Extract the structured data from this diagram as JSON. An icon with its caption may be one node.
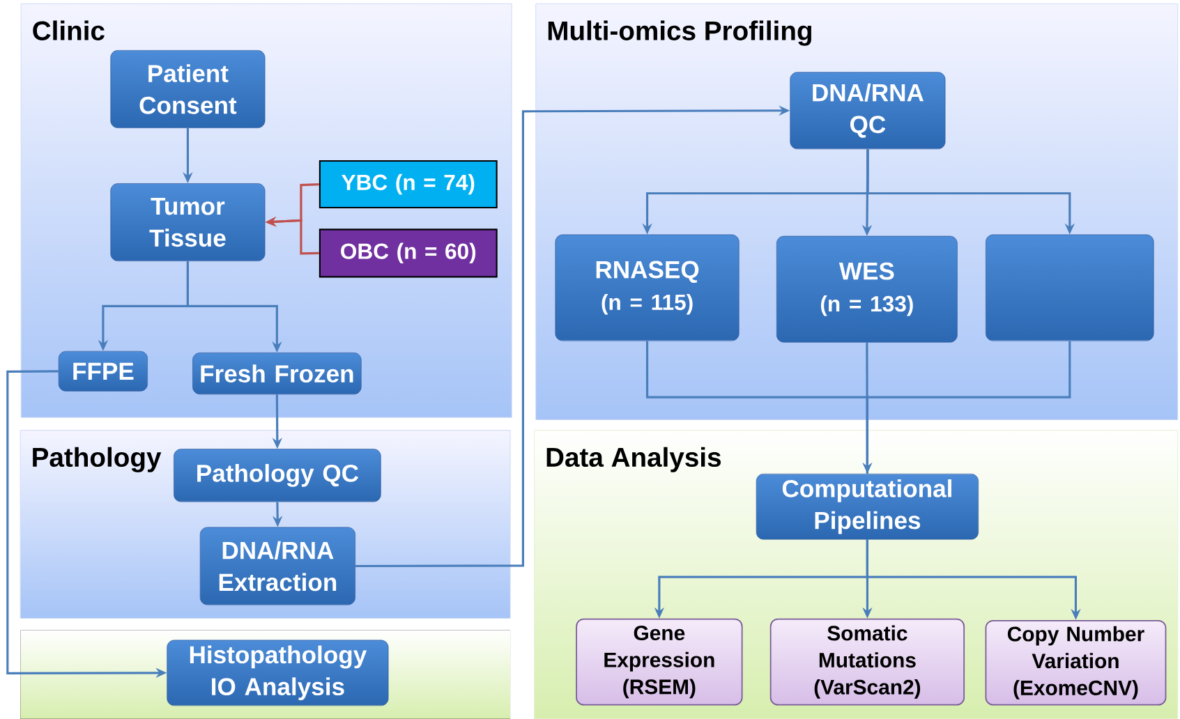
{
  "diagram": {
    "nodes": [
      {
        "text": [
          "Clinic"
        ]
      },
      {
        "text": [
          "Patient Consent"
        ],
        "in": 0
      },
      {
        "text": [
          "Tumor Tissue"
        ],
        "in": 0
      },
      {
        "text": [
          "YBC (n = 74)"
        ],
        "in": 0
      },
      {
        "text": [
          "OBC (n = 60)"
        ],
        "in": 0
      },
      {
        "text": [
          "FFPE"
        ],
        "in": 0
      },
      {
        "text": [
          "Fresh Frozen"
        ],
        "in": 0
      },
      {
        "text": [
          "Pathology"
        ]
      },
      {
        "text": [
          "Pathology QC"
        ],
        "in": 7
      },
      {
        "text": [
          "DNA/RNA Extraction"
        ],
        "in": 7
      },
      {
        "text": [
          "Histopathology IO Analysis"
        ]
      },
      {
        "text": [
          "Multi-omics Profiling"
        ]
      },
      {
        "text": [
          "DNA/RNA QC"
        ],
        "in": 11
      },
      {
        "text": [
          "RNASEQ",
          "(n = 115)"
        ],
        "in": 11
      },
      {
        "text": [
          "WES",
          "(n = 133)"
        ],
        "in": 11
      },
      {
        "text": [],
        "shape": "box",
        "in": 11
      },
      {
        "text": [
          "Data Analysis"
        ]
      },
      {
        "text": [
          "Computational Pipelines"
        ],
        "in": 16
      },
      {
        "text": [
          "Gene Expression (RSEM)"
        ],
        "in": 16
      },
      {
        "text": [
          "Somatic Mutations (VarScan2)"
        ],
        "in": 16
      },
      {
        "text": [
          "Copy Number Variation (ExomeCNV)"
        ],
        "in": 16
      }
    ],
    "edges": [
      {
        "from": 1,
        "to": 2,
        "arrow": "to"
      },
      {
        "from": 3,
        "to": 2,
        "arrow": "to",
        "color": "#c0504d"
      },
      {
        "from": 4,
        "to": 2,
        "arrow": "to",
        "color": "#c0504d"
      },
      {
        "from": 2,
        "to": 5,
        "arrow": "to"
      },
      {
        "from": 2,
        "to": 6,
        "arrow": "to"
      },
      {
        "from": 5,
        "to": 10,
        "arrow": "to"
      },
      {
        "from": 6,
        "to": 8,
        "arrow": "to"
      },
      {
        "from": 8,
        "to": 9,
        "arrow": "to"
      },
      {
        "from": 9,
        "to": 12,
        "arrow": "to"
      },
      {
        "from": 12,
        "to": 13,
        "arrow": "to"
      },
      {
        "from": 12,
        "to": 14,
        "arrow": "to"
      },
      {
        "from": 12,
        "to": 15,
        "arrow": "to"
      },
      {
        "from": 13,
        "to": 17,
        "arrow": "none"
      },
      {
        "from": 14,
        "to": 17,
        "arrow": "to"
      },
      {
        "from": 15,
        "to": 17,
        "arrow": "none"
      },
      {
        "from": 17,
        "to": 18,
        "arrow": "to"
      },
      {
        "from": 17,
        "to": 19,
        "arrow": "to"
      },
      {
        "from": 17,
        "to": 20,
        "arrow": "to"
      }
    ]
  }
}
